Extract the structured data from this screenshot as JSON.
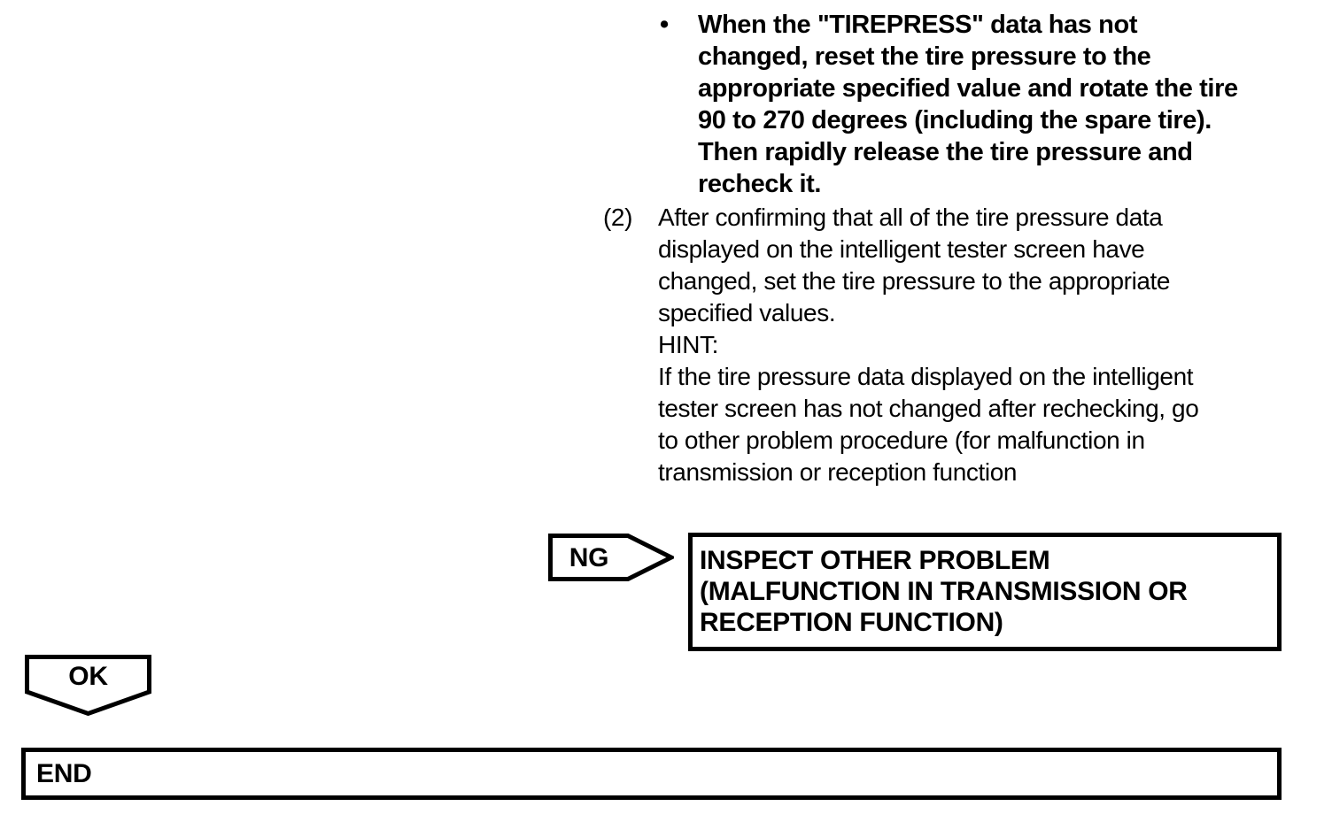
{
  "colors": {
    "ink": "#000000",
    "paper": "#ffffff"
  },
  "procedure": {
    "bullet_note": {
      "marker": "•",
      "text": "When the \"TIREPRESS\" data has not\nchanged, reset the tire pressure to the\nappropriate specified value and rotate the tire\n90 to 270 degrees (including the spare tire).\nThen rapidly release the tire pressure and\nrecheck it."
    },
    "step": {
      "number": "(2)",
      "text": "After confirming that all of the tire pressure data\ndisplayed on the intelligent tester screen have\nchanged, set the tire pressure to the appropriate\nspecified values.\nHINT:\nIf the tire pressure data displayed on the intelligent\ntester screen has not changed after rechecking, go\nto other problem procedure (for malfunction in\ntransmission or reception function"
    }
  },
  "flowchart": {
    "ng_connector": {
      "label": "NG"
    },
    "ng_action_box": {
      "text": "INSPECT OTHER PROBLEM\n(MALFUNCTION IN TRANSMISSION OR\nRECEPTION FUNCTION)"
    },
    "ok_connector": {
      "label": "OK"
    },
    "end_box": {
      "label": "END"
    }
  }
}
